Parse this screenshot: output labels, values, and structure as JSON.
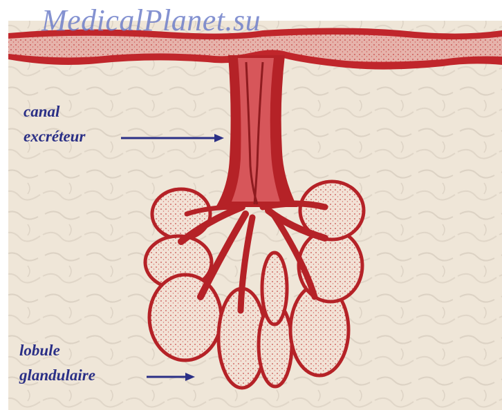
{
  "watermark": "MedicalPlanet.su",
  "labels": {
    "canal": "canal",
    "excreteur": "excréteur",
    "lobule": "lobule",
    "glandulaire": "glandulaire"
  },
  "colors": {
    "background": "#efe6d8",
    "tissue": "#c0262b",
    "tissue_dark": "#8e1b1f",
    "lobule_fill": "#f1e0d4",
    "label_text": "#2a2f86",
    "watermark": "#6f7fc9"
  }
}
